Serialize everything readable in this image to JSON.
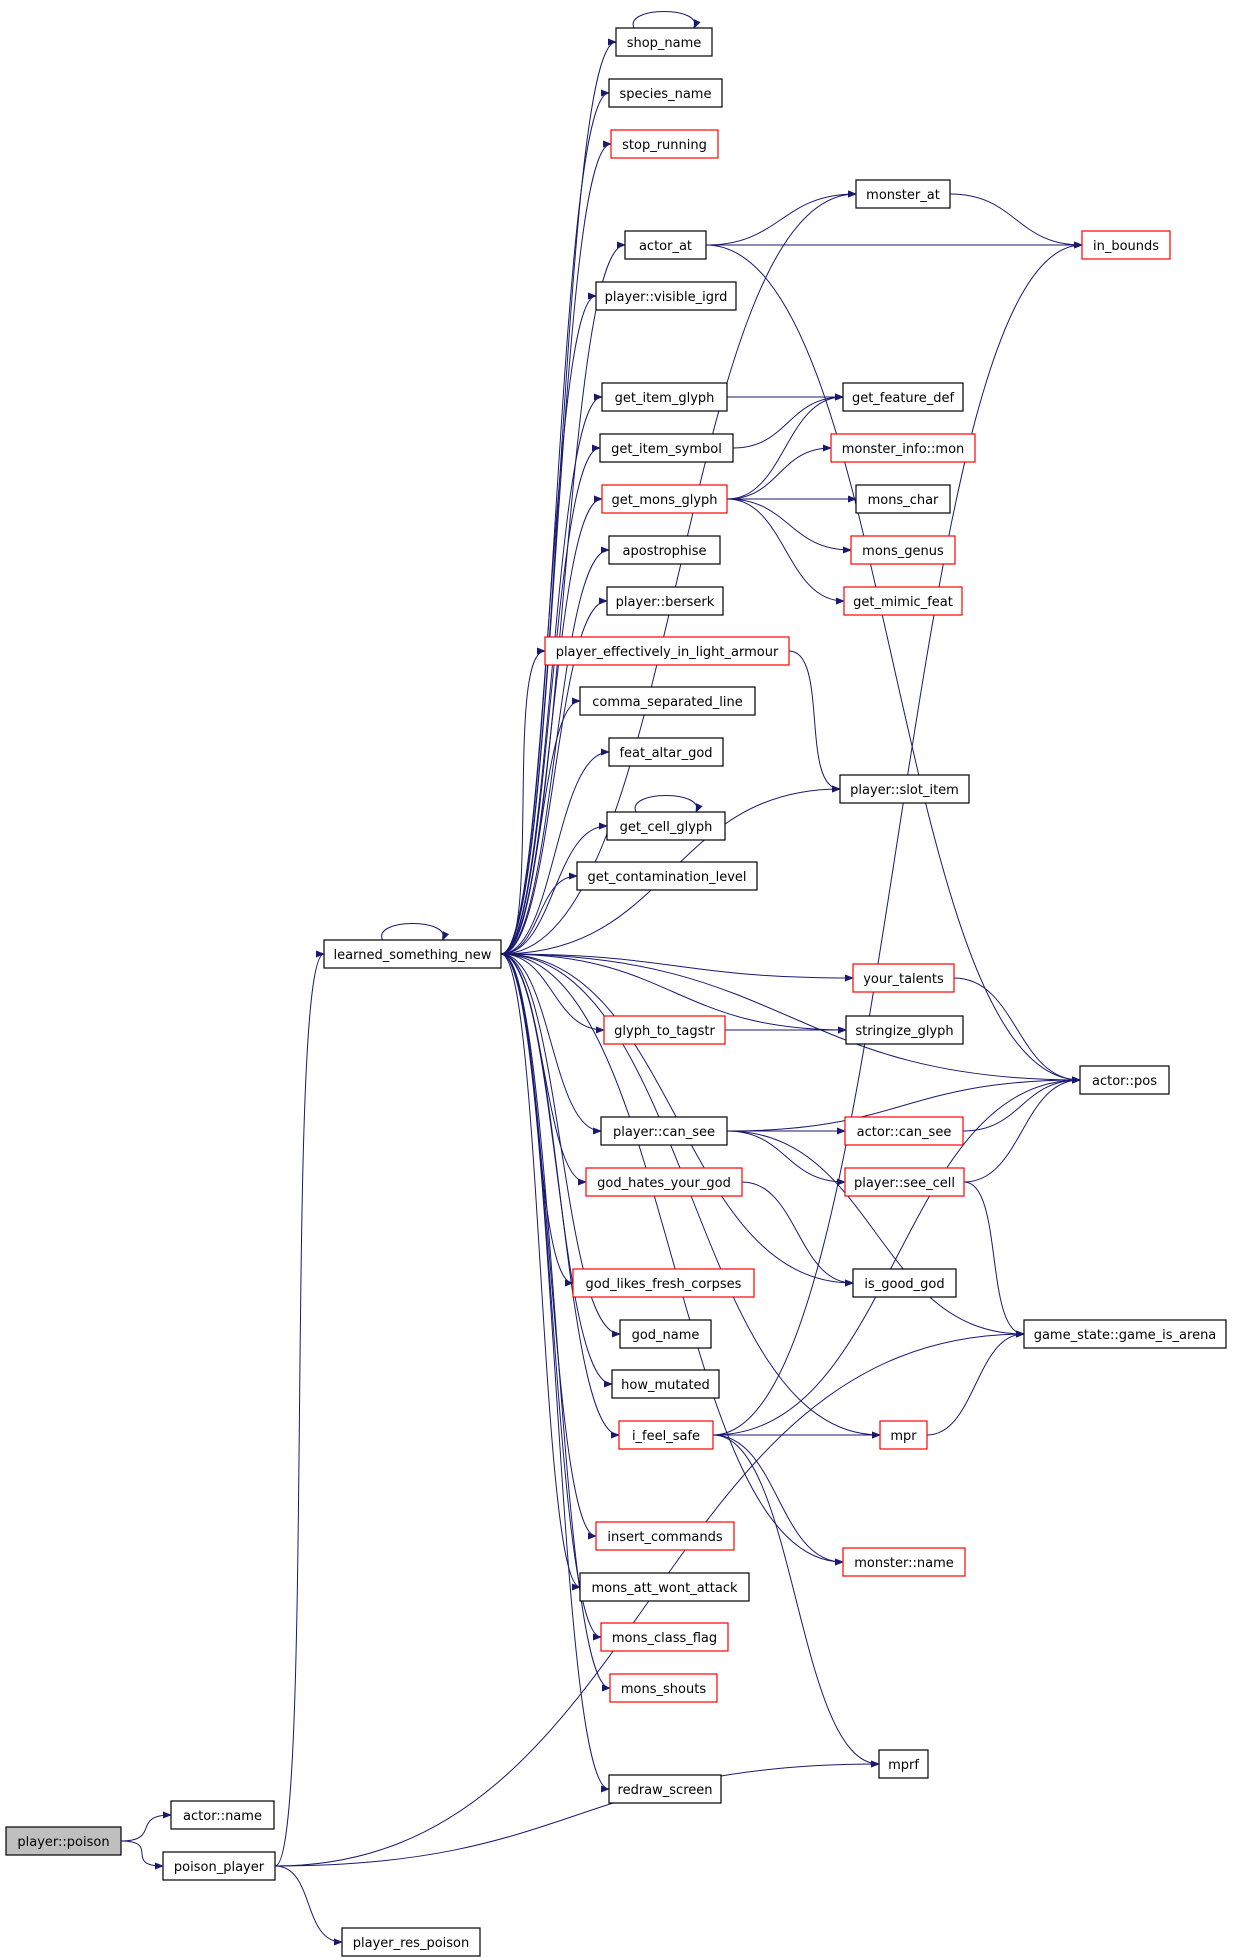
{
  "nodes": [
    {
      "id": "player_poison",
      "label": "player::poison",
      "style": "root"
    },
    {
      "id": "actor_name",
      "label": "actor::name",
      "style": "black"
    },
    {
      "id": "poison_player",
      "label": "poison_player",
      "style": "black"
    },
    {
      "id": "player_res_poison",
      "label": "player_res_poison",
      "style": "black"
    },
    {
      "id": "learned_something_new",
      "label": "learned_something_new",
      "style": "black"
    },
    {
      "id": "shop_name",
      "label": "shop_name",
      "style": "black"
    },
    {
      "id": "species_name",
      "label": "species_name",
      "style": "black"
    },
    {
      "id": "stop_running",
      "label": "stop_running",
      "style": "red"
    },
    {
      "id": "actor_at",
      "label": "actor_at",
      "style": "black"
    },
    {
      "id": "player_visible_igrd",
      "label": "player::visible_igrd",
      "style": "black"
    },
    {
      "id": "get_item_glyph",
      "label": "get_item_glyph",
      "style": "black"
    },
    {
      "id": "get_item_symbol",
      "label": "get_item_symbol",
      "style": "black"
    },
    {
      "id": "get_mons_glyph",
      "label": "get_mons_glyph",
      "style": "red"
    },
    {
      "id": "apostrophise",
      "label": "apostrophise",
      "style": "black"
    },
    {
      "id": "player_berserk",
      "label": "player::berserk",
      "style": "black"
    },
    {
      "id": "player_effectively_in_light_armour",
      "label": "player_effectively_in_light_armour",
      "style": "red"
    },
    {
      "id": "comma_separated_line",
      "label": "comma_separated_line",
      "style": "black"
    },
    {
      "id": "feat_altar_god",
      "label": "feat_altar_god",
      "style": "black"
    },
    {
      "id": "get_cell_glyph",
      "label": "get_cell_glyph",
      "style": "black"
    },
    {
      "id": "get_contamination_level",
      "label": "get_contamination_level",
      "style": "black"
    },
    {
      "id": "glyph_to_tagstr",
      "label": "glyph_to_tagstr",
      "style": "red"
    },
    {
      "id": "player_can_see",
      "label": "player::can_see",
      "style": "black"
    },
    {
      "id": "god_hates_your_god",
      "label": "god_hates_your_god",
      "style": "red"
    },
    {
      "id": "god_likes_fresh_corpses",
      "label": "god_likes_fresh_corpses",
      "style": "red"
    },
    {
      "id": "god_name",
      "label": "god_name",
      "style": "black"
    },
    {
      "id": "how_mutated",
      "label": "how_mutated",
      "style": "black"
    },
    {
      "id": "i_feel_safe",
      "label": "i_feel_safe",
      "style": "red"
    },
    {
      "id": "insert_commands",
      "label": "insert_commands",
      "style": "red"
    },
    {
      "id": "mons_att_wont_attack",
      "label": "mons_att_wont_attack",
      "style": "black"
    },
    {
      "id": "mons_class_flag",
      "label": "mons_class_flag",
      "style": "red"
    },
    {
      "id": "mons_shouts",
      "label": "mons_shouts",
      "style": "red"
    },
    {
      "id": "redraw_screen",
      "label": "redraw_screen",
      "style": "black"
    },
    {
      "id": "monster_at",
      "label": "monster_at",
      "style": "black"
    },
    {
      "id": "get_feature_def",
      "label": "get_feature_def",
      "style": "black"
    },
    {
      "id": "monster_info_mon",
      "label": "monster_info::mon",
      "style": "red"
    },
    {
      "id": "mons_char",
      "label": "mons_char",
      "style": "black"
    },
    {
      "id": "mons_genus",
      "label": "mons_genus",
      "style": "red"
    },
    {
      "id": "get_mimic_feat",
      "label": "get_mimic_feat",
      "style": "red"
    },
    {
      "id": "player_slot_item",
      "label": "player::slot_item",
      "style": "black"
    },
    {
      "id": "your_talents",
      "label": "your_talents",
      "style": "red"
    },
    {
      "id": "stringize_glyph",
      "label": "stringize_glyph",
      "style": "black"
    },
    {
      "id": "actor_can_see",
      "label": "actor::can_see",
      "style": "red"
    },
    {
      "id": "player_see_cell",
      "label": "player::see_cell",
      "style": "red"
    },
    {
      "id": "is_good_god",
      "label": "is_good_god",
      "style": "black"
    },
    {
      "id": "mpr",
      "label": "mpr",
      "style": "red"
    },
    {
      "id": "monster_name",
      "label": "monster::name",
      "style": "red"
    },
    {
      "id": "mprf",
      "label": "mprf",
      "style": "black"
    },
    {
      "id": "in_bounds",
      "label": "in_bounds",
      "style": "red"
    },
    {
      "id": "actor_pos",
      "label": "actor::pos",
      "style": "black"
    },
    {
      "id": "game_state_game_is_arena",
      "label": "game_state::game_is_arena",
      "style": "black"
    }
  ],
  "edges": [
    [
      "player_poison",
      "actor_name"
    ],
    [
      "player_poison",
      "poison_player"
    ],
    [
      "poison_player",
      "learned_something_new"
    ],
    [
      "poison_player",
      "mprf"
    ],
    [
      "poison_player",
      "game_state_game_is_arena"
    ],
    [
      "poison_player",
      "player_res_poison"
    ],
    [
      "learned_something_new",
      "learned_something_new"
    ],
    [
      "learned_something_new",
      "shop_name"
    ],
    [
      "learned_something_new",
      "species_name"
    ],
    [
      "learned_something_new",
      "stop_running"
    ],
    [
      "learned_something_new",
      "monster_at"
    ],
    [
      "learned_something_new",
      "actor_at"
    ],
    [
      "learned_something_new",
      "player_visible_igrd"
    ],
    [
      "learned_something_new",
      "actor_pos"
    ],
    [
      "learned_something_new",
      "get_item_glyph"
    ],
    [
      "learned_something_new",
      "get_item_symbol"
    ],
    [
      "learned_something_new",
      "get_mons_glyph"
    ],
    [
      "learned_something_new",
      "apostrophise"
    ],
    [
      "learned_something_new",
      "player_berserk"
    ],
    [
      "learned_something_new",
      "player_effectively_in_light_armour"
    ],
    [
      "learned_something_new",
      "comma_separated_line"
    ],
    [
      "learned_something_new",
      "feat_altar_god"
    ],
    [
      "learned_something_new",
      "get_cell_glyph"
    ],
    [
      "learned_something_new",
      "get_contamination_level"
    ],
    [
      "learned_something_new",
      "player_slot_item"
    ],
    [
      "learned_something_new",
      "your_talents"
    ],
    [
      "learned_something_new",
      "glyph_to_tagstr"
    ],
    [
      "learned_something_new",
      "stringize_glyph"
    ],
    [
      "learned_something_new",
      "player_can_see"
    ],
    [
      "learned_something_new",
      "god_hates_your_god"
    ],
    [
      "learned_something_new",
      "is_good_god"
    ],
    [
      "learned_something_new",
      "god_likes_fresh_corpses"
    ],
    [
      "learned_something_new",
      "god_name"
    ],
    [
      "learned_something_new",
      "how_mutated"
    ],
    [
      "learned_something_new",
      "i_feel_safe"
    ],
    [
      "learned_something_new",
      "mpr"
    ],
    [
      "learned_something_new",
      "insert_commands"
    ],
    [
      "learned_something_new",
      "mons_att_wont_attack"
    ],
    [
      "learned_something_new",
      "mons_class_flag"
    ],
    [
      "learned_something_new",
      "mons_shouts"
    ],
    [
      "learned_something_new",
      "monster_name"
    ],
    [
      "learned_something_new",
      "redraw_screen"
    ],
    [
      "shop_name",
      "shop_name"
    ],
    [
      "actor_at",
      "monster_at"
    ],
    [
      "actor_at",
      "in_bounds"
    ],
    [
      "actor_at",
      "actor_pos"
    ],
    [
      "monster_at",
      "in_bounds"
    ],
    [
      "get_item_glyph",
      "get_feature_def"
    ],
    [
      "get_item_symbol",
      "get_feature_def"
    ],
    [
      "get_mons_glyph",
      "get_feature_def"
    ],
    [
      "get_mons_glyph",
      "monster_info_mon"
    ],
    [
      "get_mons_glyph",
      "mons_char"
    ],
    [
      "get_mons_glyph",
      "mons_genus"
    ],
    [
      "get_mons_glyph",
      "get_mimic_feat"
    ],
    [
      "player_effectively_in_light_armour",
      "player_slot_item"
    ],
    [
      "get_cell_glyph",
      "get_cell_glyph"
    ],
    [
      "your_talents",
      "actor_pos"
    ],
    [
      "glyph_to_tagstr",
      "stringize_glyph"
    ],
    [
      "player_can_see",
      "actor_pos"
    ],
    [
      "player_can_see",
      "actor_can_see"
    ],
    [
      "player_can_see",
      "player_see_cell"
    ],
    [
      "player_can_see",
      "game_state_game_is_arena"
    ],
    [
      "actor_can_see",
      "actor_pos"
    ],
    [
      "player_see_cell",
      "actor_pos"
    ],
    [
      "player_see_cell",
      "game_state_game_is_arena"
    ],
    [
      "god_hates_your_god",
      "is_good_god"
    ],
    [
      "i_feel_safe",
      "in_bounds"
    ],
    [
      "i_feel_safe",
      "actor_pos"
    ],
    [
      "i_feel_safe",
      "mpr"
    ],
    [
      "i_feel_safe",
      "monster_name"
    ],
    [
      "i_feel_safe",
      "mprf"
    ],
    [
      "mpr",
      "game_state_game_is_arena"
    ]
  ]
}
